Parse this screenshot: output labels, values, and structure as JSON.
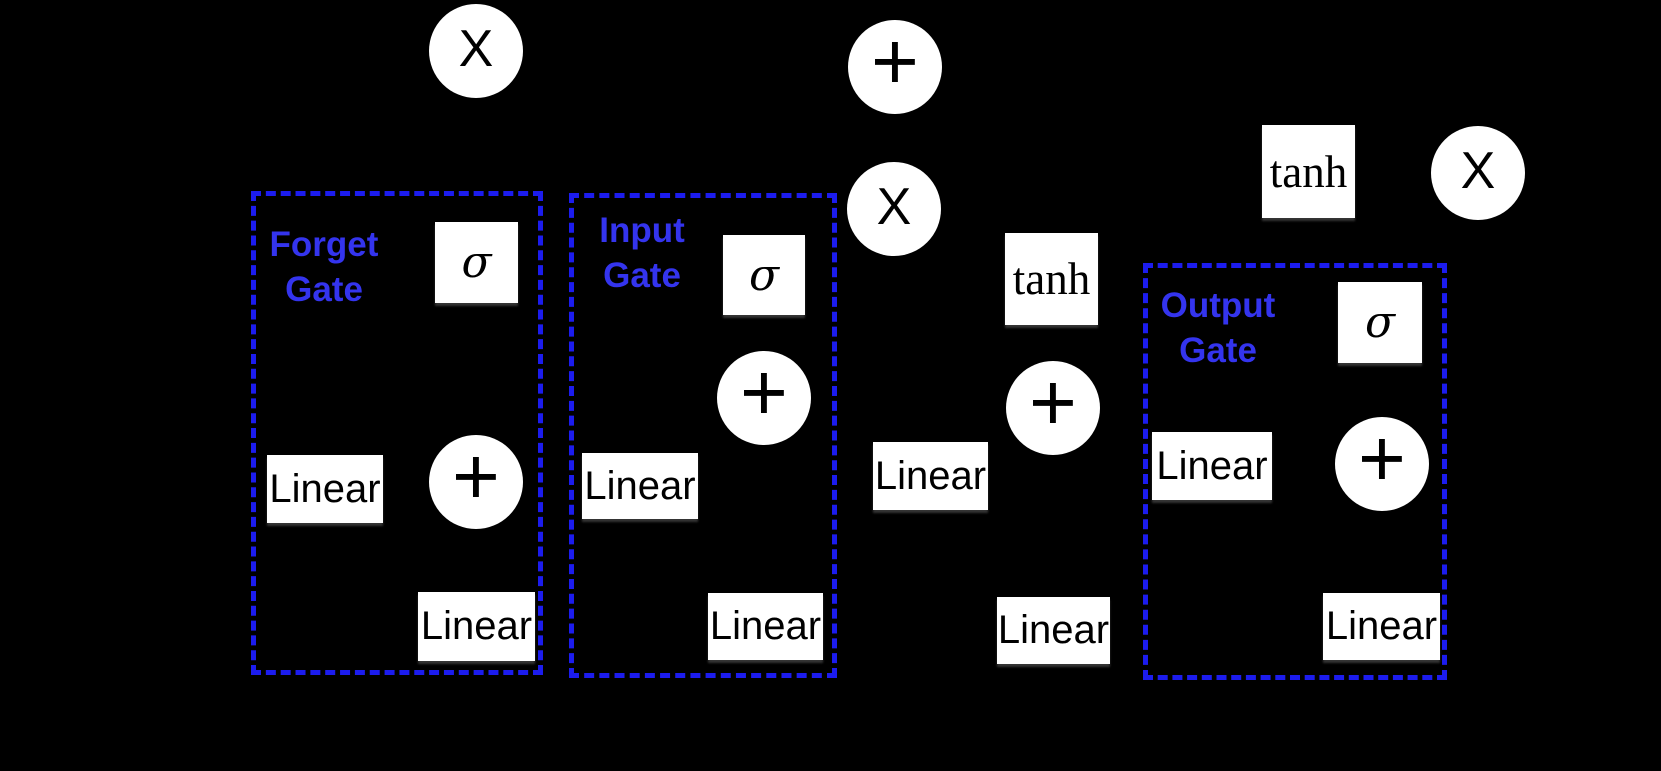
{
  "diagram": {
    "kind": "LSTM cell diagram",
    "colors": {
      "background": "#000000",
      "gate_border_blue": "#1c1cee",
      "gate_label_blue": "#3434ee",
      "node_fill": "#ffffff",
      "node_text": "#000000"
    },
    "symbols": {
      "multiply": "X",
      "add": "+",
      "sigmoid": "σ",
      "tanh": "tanh",
      "linear": "Linear"
    },
    "gates": {
      "forget": {
        "name": [
          "Forget",
          "Gate"
        ]
      },
      "input": {
        "name": [
          "Input",
          "Gate"
        ]
      },
      "output": {
        "name": [
          "Output",
          "Gate"
        ]
      }
    }
  }
}
